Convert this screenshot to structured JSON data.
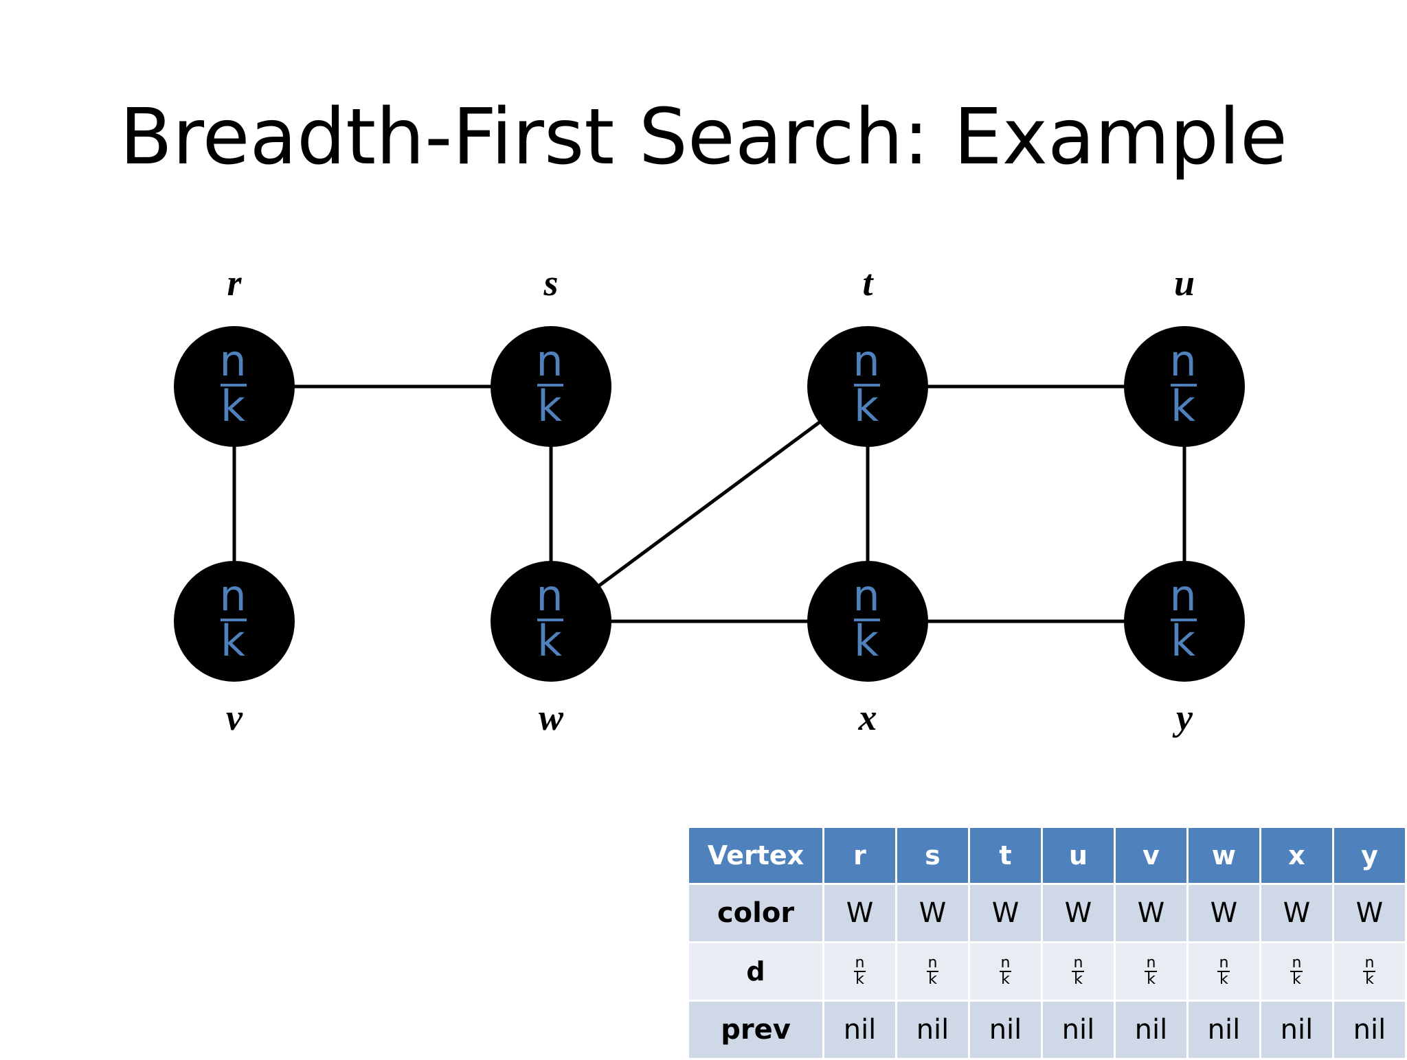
{
  "title": "Breadth-First Search: Example",
  "graph": {
    "vertices": [
      {
        "id": "r",
        "label": "r",
        "d_num": "n",
        "d_den": "k",
        "row": "top"
      },
      {
        "id": "s",
        "label": "s",
        "d_num": "n",
        "d_den": "k",
        "row": "top"
      },
      {
        "id": "t",
        "label": "t",
        "d_num": "n",
        "d_den": "k",
        "row": "top"
      },
      {
        "id": "u",
        "label": "u",
        "d_num": "n",
        "d_den": "k",
        "row": "top"
      },
      {
        "id": "v",
        "label": "v",
        "d_num": "n",
        "d_den": "k",
        "row": "bottom"
      },
      {
        "id": "w",
        "label": "w",
        "d_num": "n",
        "d_den": "k",
        "row": "bottom"
      },
      {
        "id": "x",
        "label": "x",
        "d_num": "n",
        "d_den": "k",
        "row": "bottom"
      },
      {
        "id": "y",
        "label": "y",
        "d_num": "n",
        "d_den": "k",
        "row": "bottom"
      }
    ],
    "edges": [
      [
        "r",
        "s"
      ],
      [
        "r",
        "v"
      ],
      [
        "s",
        "w"
      ],
      [
        "t",
        "u"
      ],
      [
        "t",
        "w"
      ],
      [
        "t",
        "x"
      ],
      [
        "u",
        "y"
      ],
      [
        "w",
        "x"
      ],
      [
        "x",
        "y"
      ]
    ],
    "node_color": "#000000",
    "value_color": "#4f81bd"
  },
  "table": {
    "header_label": "Vertex",
    "vertices": [
      "r",
      "s",
      "t",
      "u",
      "v",
      "w",
      "x",
      "y"
    ],
    "rows": [
      {
        "label": "color",
        "values": [
          "W",
          "W",
          "W",
          "W",
          "W",
          "W",
          "W",
          "W"
        ]
      },
      {
        "label": "d",
        "fraction": true,
        "values": [
          [
            "n",
            "k"
          ],
          [
            "n",
            "k"
          ],
          [
            "n",
            "k"
          ],
          [
            "n",
            "k"
          ],
          [
            "n",
            "k"
          ],
          [
            "n",
            "k"
          ],
          [
            "n",
            "k"
          ],
          [
            "n",
            "k"
          ]
        ]
      },
      {
        "label": "prev",
        "values": [
          "nil",
          "nil",
          "nil",
          "nil",
          "nil",
          "nil",
          "nil",
          "nil"
        ]
      }
    ],
    "header_color": "#4f81bd"
  }
}
